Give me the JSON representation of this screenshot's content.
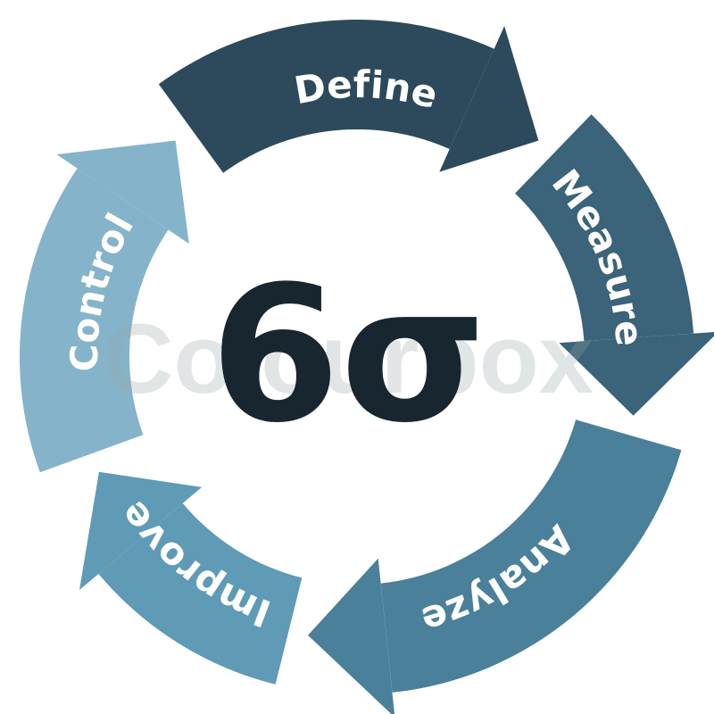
{
  "title": "Six Sigma DMAIC cycle",
  "center_symbol": "6σ",
  "watermark": "Colourbox",
  "steps": [
    {
      "label": "Define",
      "color": "#2c4a5b"
    },
    {
      "label": "Measure",
      "color": "#3b6379"
    },
    {
      "label": "Analyze",
      "color": "#4a8099"
    },
    {
      "label": "Improve",
      "color": "#5f9ab6"
    },
    {
      "label": "Control",
      "color": "#85b4ca"
    }
  ],
  "colors": {
    "center_text": "#17262f",
    "label_text": "#ffffff"
  }
}
